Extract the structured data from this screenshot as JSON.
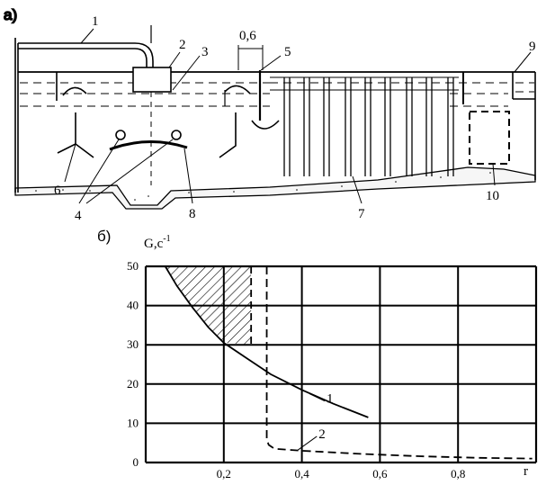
{
  "panel_a": {
    "panel_label": "а)",
    "dimension_label": "0,6",
    "callouts": [
      "1",
      "2",
      "3",
      "4",
      "5",
      "6",
      "7",
      "8",
      "9",
      "10"
    ]
  },
  "panel_b": {
    "panel_label": "б)",
    "curve_labels": [
      "1",
      "2"
    ]
  },
  "chart_data": {
    "type": "line",
    "ylabel": "G,с",
    "ylabel_sup": "-1",
    "xlabel": "r",
    "xlim": [
      0,
      1.0
    ],
    "ylim": [
      0,
      50
    ],
    "x_ticks": [
      "0,2",
      "0,4",
      "0,6",
      "0,8"
    ],
    "y_ticks": [
      "0",
      "10",
      "20",
      "30",
      "40",
      "50"
    ],
    "grid": true,
    "hatched_region": {
      "x": [
        0.0,
        0.27
      ],
      "y": [
        30,
        50
      ]
    },
    "series": [
      {
        "name": "1",
        "style": "solid",
        "x": [
          0.05,
          0.08,
          0.12,
          0.16,
          0.2,
          0.26,
          0.32,
          0.4,
          0.48,
          0.57
        ],
        "y": [
          50,
          45,
          39.5,
          34.5,
          30.5,
          26.5,
          22.5,
          18.5,
          15,
          11.5
        ]
      },
      {
        "name": "2",
        "style": "dashed",
        "x": [
          0.31,
          0.31,
          0.315,
          0.33,
          0.4,
          0.55,
          0.7,
          0.85,
          0.99
        ],
        "y": [
          50,
          6,
          4.5,
          3.5,
          3,
          2.2,
          1.6,
          1.2,
          1
        ]
      }
    ]
  }
}
